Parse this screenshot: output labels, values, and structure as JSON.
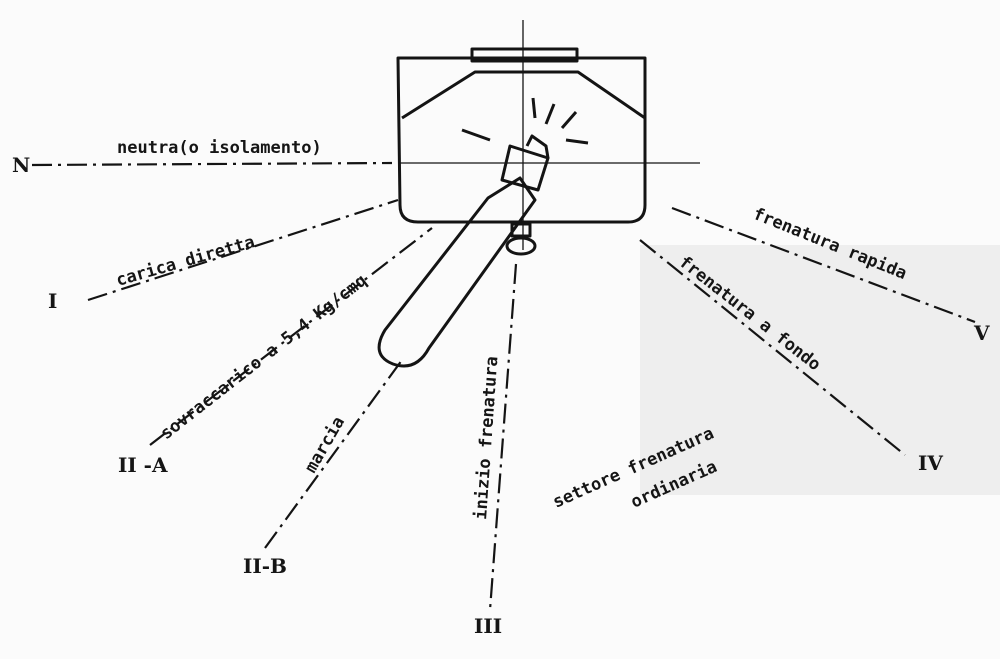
{
  "labels": {
    "neutral": "neutra(o isolamento)",
    "direct_charge": "carica diretta",
    "overcharge": "sovraccarico a 5,4 Kg/cmq",
    "running": "marcia",
    "braking_start": "inizio frenatura",
    "ordinary_braking_sector_line1": "settore frenatura",
    "ordinary_braking_sector_line2": "ordinaria",
    "full_braking": "frenatura a fondo",
    "rapid_braking": "frenatura rapida"
  },
  "positions": {
    "n": "N",
    "i": "I",
    "ii_a": "II -A",
    "ii_b": "II-B",
    "iii": "III",
    "iv": "IV",
    "v": "V"
  }
}
